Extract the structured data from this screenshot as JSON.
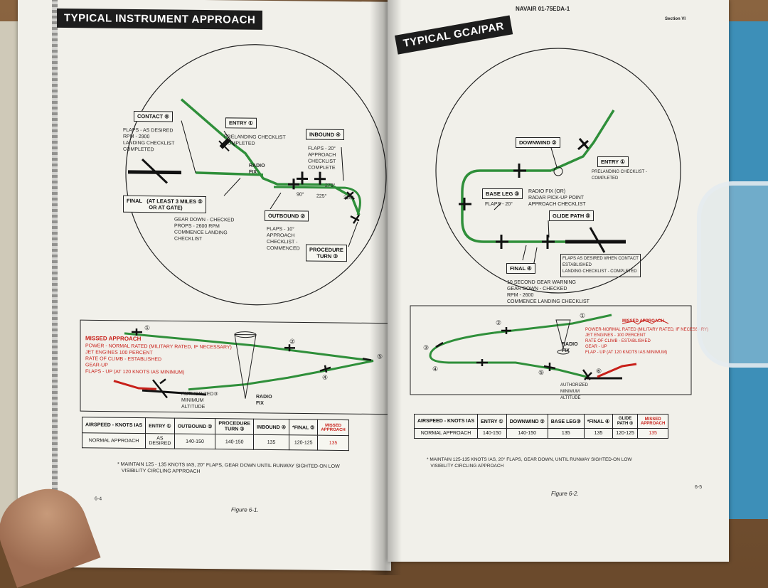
{
  "left": {
    "title": "TYPICAL INSTRUMENT APPROACH",
    "boxes": {
      "contact": "CONTACT ⑥",
      "entry": "ENTRY ①",
      "inbound": "INBOUND ④",
      "final": "FINAL   (AT LEAST 3 MILES ⑤\n               OR AT GATE)",
      "outbound": "OUTBOUND ②",
      "procedure_turn": "PROCEDURE\n     TURN ③"
    },
    "labels": {
      "contact_notes": "FLAPS - AS DESIRED\nRPM - 2900\nLANDING CHECKLIST\nCOMPLETED",
      "entry_notes": "PRELANDING CHECKLIST\nCOMPLETED",
      "inbound_notes": "FLAPS - 20°\nAPPROACH\nCHECKLIST\nCOMPLETE",
      "radio_fix": "RADIO\nFIX",
      "final_notes": "GEAR DOWN - CHECKED\nPROPS - 2600 RPM\nCOMMENCE LANDING\nCHECKLIST",
      "outbound_notes": "FLAPS - 10°\nAPPROACH\nCHECKLIST -\nCOMMENCED",
      "deg_270": "270°",
      "deg_90": "90°",
      "deg_225": "225°",
      "deg_315": "315°"
    },
    "missed": {
      "title": "MISSED APPROACH",
      "lines": "POWER - NORMAL RATED (MILITARY RATED, IF NECESSARY)\nJET ENGINES 100 PERCENT\nRATE OF CLIMB - ESTABLISHED\nGEAR-UP\nFLAPS - UP (AT 120 KNOTS IAS MINIMUM)",
      "authorized": "AUTHORIZED③\nMINIMUM\nALTITUDE",
      "radio_fix": "RADIO\nFIX",
      "n1": "①",
      "n2": "②",
      "n4": "④",
      "n5": "⑤"
    },
    "table": {
      "headers": [
        "AIRSPEED - KNOTS IAS",
        "ENTRY ①",
        "OUTBOUND ②",
        "PROCEDURE\nTURN ③",
        "INBOUND ④",
        "*FINAL ⑤",
        "MISSED\nAPPROACH"
      ],
      "row": [
        "NORMAL APPROACH",
        "AS\nDESIRED",
        "140-150",
        "140-150",
        "135",
        "120-125",
        "135"
      ]
    },
    "note": "* MAINTAIN 125 - 135 KNOTS IAS, 20° FLAPS, GEAR DOWN UNTIL RUNWAY SIGHTED-ON LOW\n   VISIBILITY CIRCLING APPROACH",
    "page_number": "6-4",
    "caption": "Figure 6-1."
  },
  "right": {
    "header_doc": "NAVAIR 01-75EDA-1",
    "header_section": "Section VI",
    "title": "TYPICAL GCA/PAR",
    "boxes": {
      "downwind": "DOWNWIND ②",
      "entry": "ENTRY ①",
      "base_leg": "BASE LEG ③",
      "glide_path": "GLIDE PATH ⑤",
      "final": "FINAL ④"
    },
    "labels": {
      "entry_notes": "PRELANDING CHECKLIST -\nCOMPLETED",
      "base_notes": "FLAPS - 20°",
      "radio_fix": "RADIO FIX (OR)\nRADAR PICK-UP POINT\nAPPROACH CHECKLIST",
      "glide_notes": "FLAPS AS DESIRED WHEN CONTACT\nESTABLISHED\nLANDING CHECKLIST - COMPLETED",
      "final_notes": "10 SECOND GEAR WARNING\nGEAR DOWN - CHECKED\nRPM - 2600\nCOMMENCE LANDING CHECKLIST"
    },
    "missed": {
      "title": "MISSED APPROACH",
      "lines": "POWER-NORMAL RATED (MILITARY RATED, IF NECESSARY)\nJET ENGINES - 100 PERCENT\nRATE OF CLIMB - ESTABLISHED\nGEAR - UP\nFLAP - UP (AT 120 KNOTS IAS MINIMUM)",
      "radio_fix": "RADIO\nFIX",
      "authorized": "AUTHORIZED\nMINIMUM\nALTITUDE",
      "n1": "①",
      "n2": "②",
      "n3": "③",
      "n4": "④",
      "n5": "⑤",
      "n6": "⑥"
    },
    "table": {
      "headers": [
        "AIRSPEED - KNOTS IAS",
        "ENTRY ①",
        "DOWNWIND ②",
        "BASE LEG③",
        "*FINAL ④",
        "GLIDE\nPATH ⑤",
        "MISSED\nAPPROACH"
      ],
      "row": [
        "NORMAL APPROACH",
        "140-150",
        "140-150",
        "135",
        "135",
        "120-125",
        "135"
      ]
    },
    "note": "* MAINTAIN 125-135 KNOTS IAS, 20° FLAPS, GEAR DOWN, UNTIL RUNWAY SIGHTED-ON LOW\n   VISIBILITY CIRCLING APPROACH",
    "page_number": "6-5",
    "caption": "Figure 6-2."
  },
  "colors": {
    "track_green": "#2f8f3a",
    "missed_red": "#c8201a",
    "ink": "#111111"
  }
}
